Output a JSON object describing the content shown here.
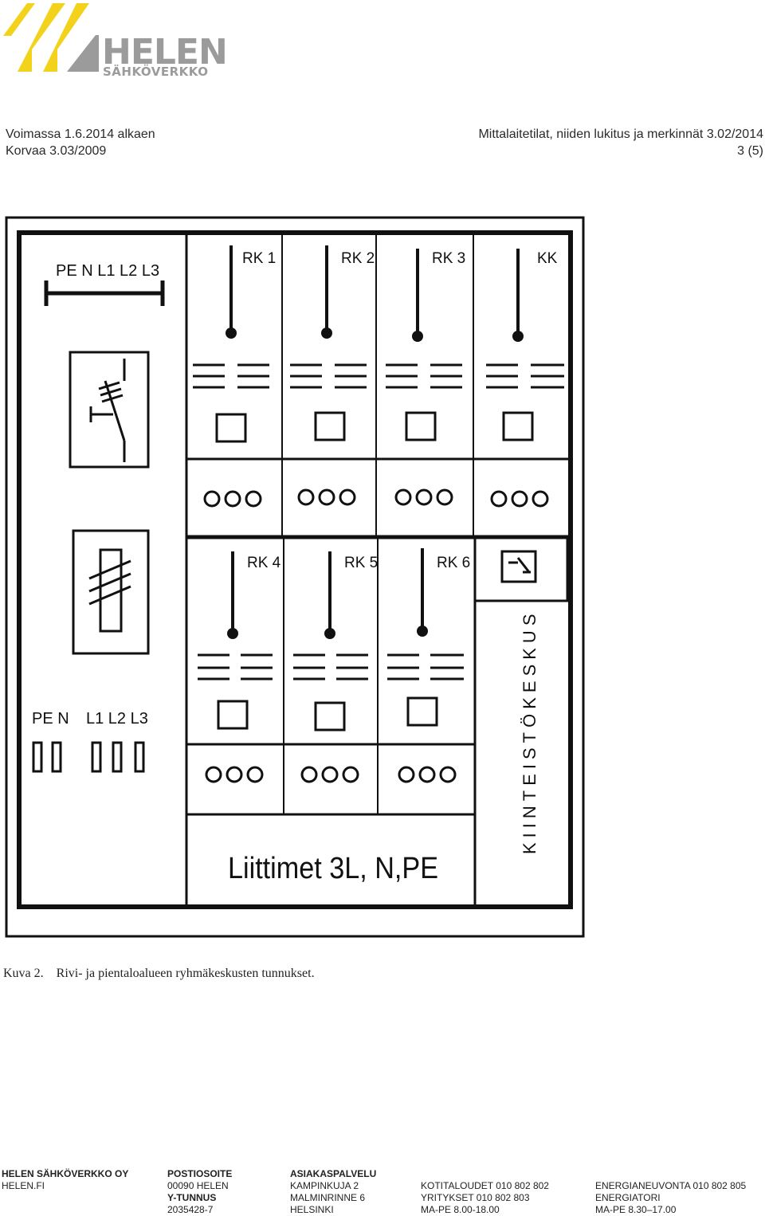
{
  "logo": {
    "name": "HELEN",
    "sub": "SÄHKÖVERKKO",
    "colors": {
      "yellow": "#f2d21b",
      "grey": "#9b9b9b"
    }
  },
  "header": {
    "left_line1": "Voimassa 1.6.2014 alkaen",
    "left_line2": "Korvaa 3.03/2009",
    "right_line1": "Mittalaitetilat, niiden lukitus ja merkinnät 3.02/2014",
    "right_line2": "3 (5)"
  },
  "diagram": {
    "busbar_labels": "PE N L1 L2 L3",
    "rk_top": [
      "RK 1",
      "RK 2",
      "RK 3",
      "KK"
    ],
    "rk_bottom": [
      "RK 4",
      "RK 5",
      "RK 6"
    ],
    "pen_label": "PE N",
    "phase_label": "L1 L2 L3",
    "terminal_text": "Liittimet 3L, N,PE",
    "property_text": "KIINTEISTÖKESKUS"
  },
  "caption": {
    "label": "Kuva 2.",
    "text": "Rivi- ja pientaloalueen ryhmäkeskusten tunnukset."
  },
  "footer": {
    "col1": [
      "HELEN SÄHKÖVERKKO OY",
      "HELEN.FI"
    ],
    "col2": [
      "POSTIOSOITE",
      "00090 HELEN",
      "Y-TUNNUS",
      "2035428-7"
    ],
    "col3": [
      "ASIAKASPALVELU",
      "KAMPINKUJA 2",
      "MALMINRINNE 6",
      "HELSINKI"
    ],
    "col4": [
      "KOTITALOUDET 010 802 802",
      "YRITYKSET 010 802 803",
      "MA-PE 8.00-18.00"
    ],
    "col5": [
      "ENERGIANEUVONTA 010 802 805",
      "ENERGIATORI",
      "MA-PE 8.30–17.00"
    ]
  }
}
